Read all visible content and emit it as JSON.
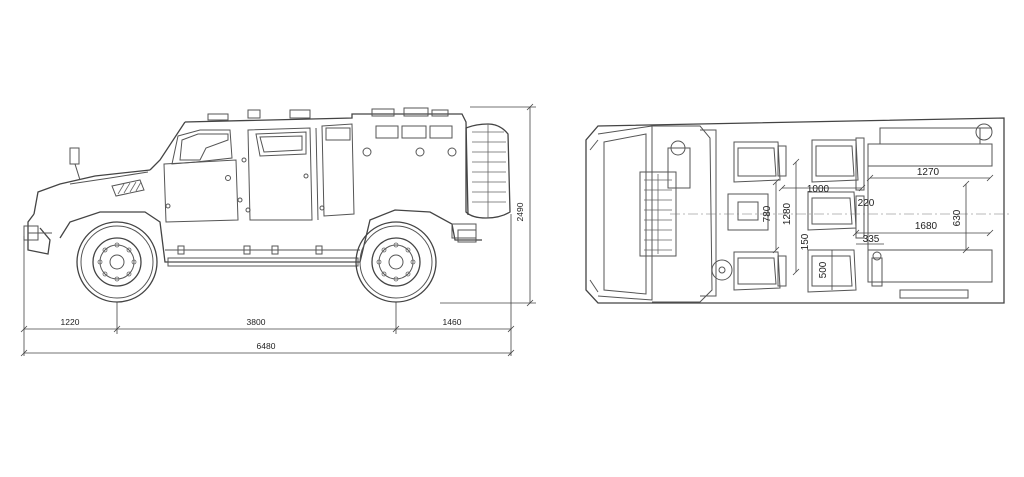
{
  "side_view": {
    "dims": {
      "front_overhang": "1220",
      "wheelbase": "3800",
      "rear_overhang": "1460",
      "overall_length": "6480",
      "overall_height": "2490"
    }
  },
  "plan_view": {
    "dims": {
      "d_1270": "1270",
      "d_1000": "1000",
      "d_1680": "1680",
      "d_220": "220",
      "d_780": "780",
      "d_1280": "1280",
      "d_630": "630",
      "d_150": "150",
      "d_335": "335",
      "d_500": "500"
    }
  }
}
